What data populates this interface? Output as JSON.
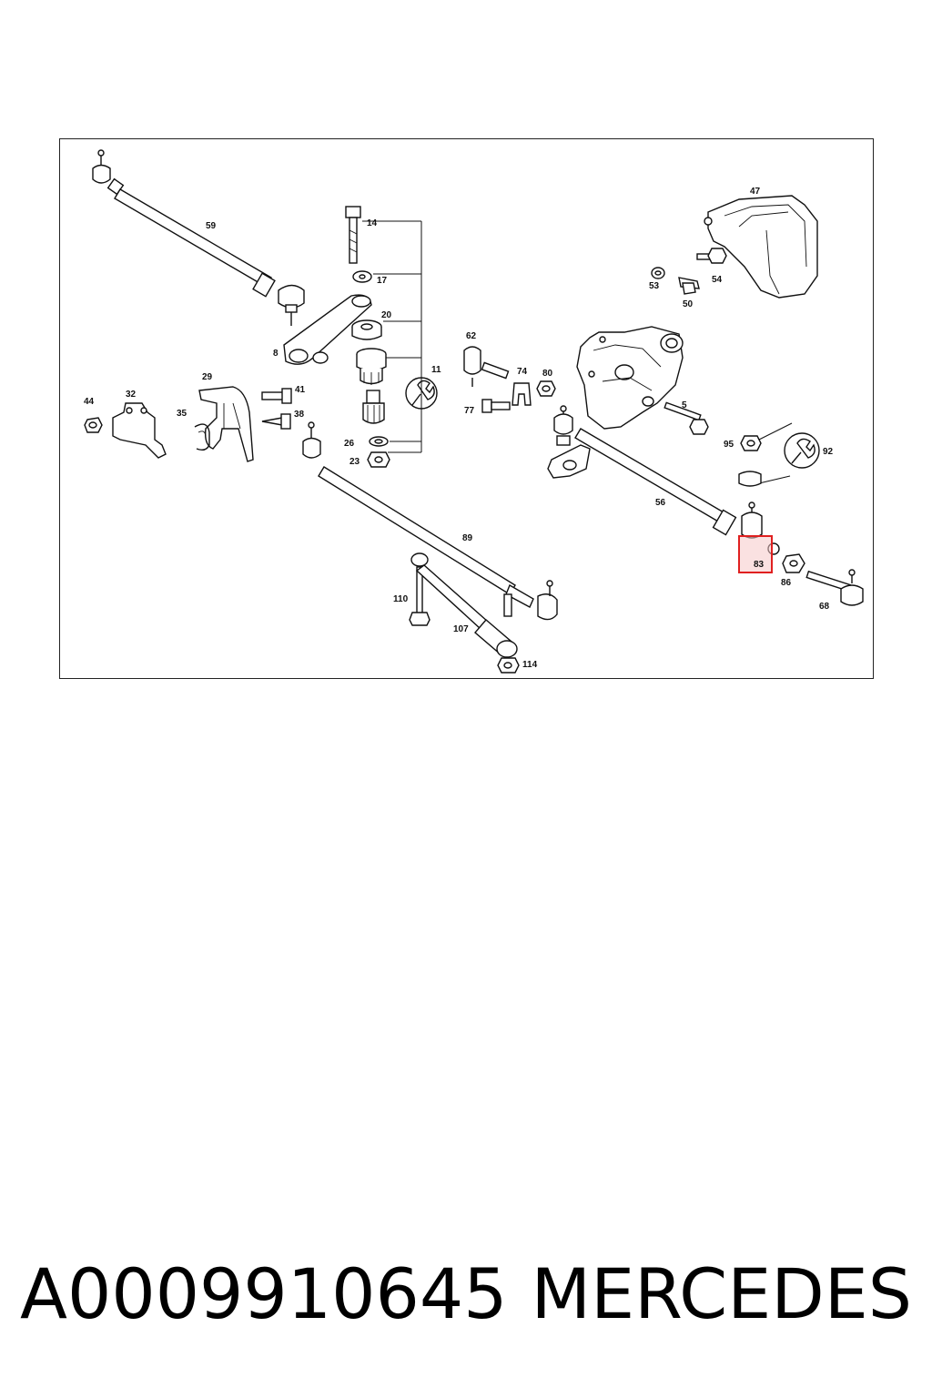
{
  "diagram": {
    "labels": {
      "l59": "59",
      "l14": "14",
      "l17": "17",
      "l20": "20",
      "l8": "8",
      "l11": "11",
      "l29": "29",
      "l32": "32",
      "l44": "44",
      "l35": "35",
      "l41": "41",
      "l38": "38",
      "l26": "26",
      "l23": "23",
      "l62": "62",
      "l74": "74",
      "l80": "80",
      "l77": "77",
      "l47": "47",
      "l53": "53",
      "l54": "54",
      "l50": "50",
      "l5": "5",
      "l95": "95",
      "l92": "92",
      "l56": "56",
      "l89": "89",
      "l83": "83",
      "l86": "86",
      "l68": "68",
      "l110": "110",
      "l107": "107",
      "l114": "114"
    },
    "highlight": {
      "part": "83",
      "color": "#e02020"
    }
  },
  "footer": {
    "part_number": "A0009910645",
    "brand": "MERCEDES"
  }
}
